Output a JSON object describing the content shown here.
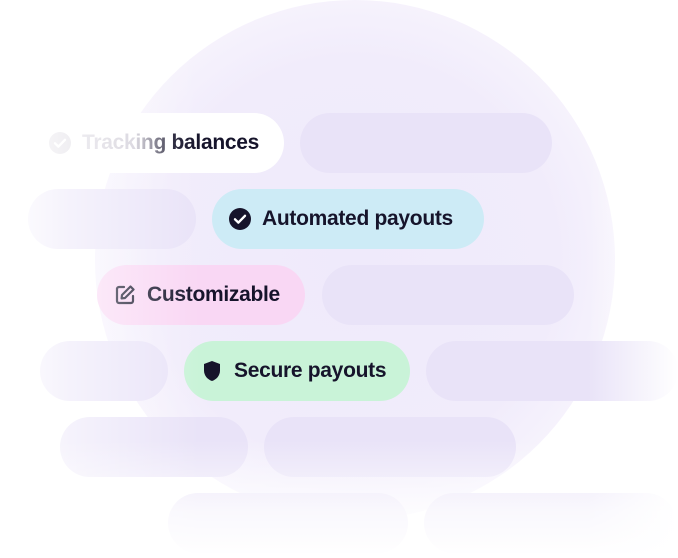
{
  "chips": {
    "tracking": {
      "label": "Tracking balances",
      "icon": "check-circle-icon",
      "color": "#ffffff"
    },
    "automated": {
      "label": "Automated payouts",
      "icon": "check-circle-icon",
      "color": "#cdebf6"
    },
    "customizable": {
      "label": "Customizable",
      "icon": "edit-icon",
      "color": "#f9d7f4"
    },
    "secure": {
      "label": "Secure payouts",
      "icon": "shield-icon",
      "color": "#c9f3d8"
    }
  },
  "colors": {
    "placeholder": "#e9e3f8",
    "glow": "#efeafb",
    "text": "#16142b"
  }
}
